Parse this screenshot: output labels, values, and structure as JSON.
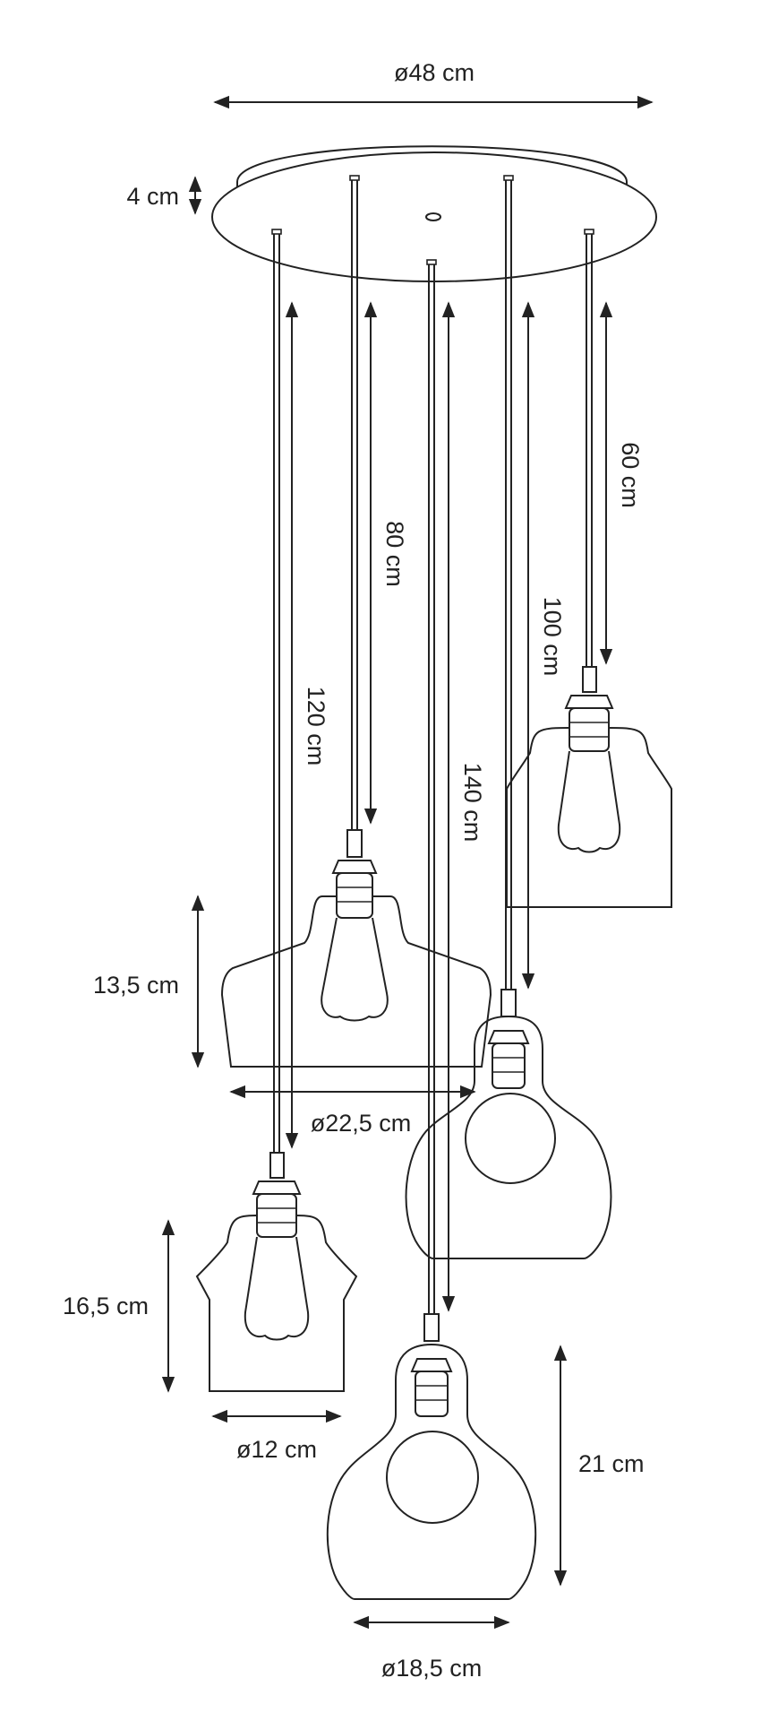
{
  "labels": {
    "canopy_diameter": "ø48 cm",
    "canopy_height": "4 cm",
    "cable_60": "60 cm",
    "cable_80": "80 cm",
    "cable_100": "100 cm",
    "cable_120": "120 cm",
    "cable_140": "140 cm",
    "wide_shade_height": "13,5 cm",
    "wide_shade_diameter": "ø22,5 cm",
    "small_shade_height": "16,5 cm",
    "small_shade_diameter": "ø12 cm",
    "globe_shade_height": "21 cm",
    "globe_shade_diameter": "ø18,5 cm"
  },
  "colors": {
    "stroke": "#222222",
    "background": "#ffffff"
  }
}
